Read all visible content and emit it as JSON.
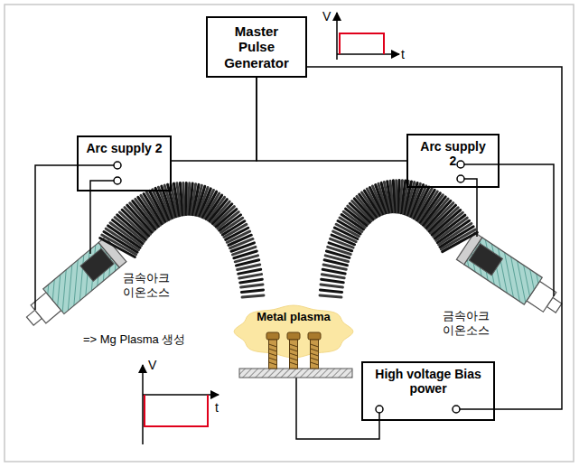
{
  "diagram": {
    "nodes": [
      {
        "text": [
          "Master Pulse Generator"
        ]
      },
      {
        "text": [
          "Arc supply 2"
        ]
      },
      {
        "text": [
          "Arc supply 2"
        ]
      },
      {
        "text": [
          "Metal plasma"
        ]
      },
      {
        "text": [
          "High voltage Bias power"
        ]
      }
    ],
    "edges": [
      {
        "from": 0,
        "to": 1,
        "arrow": "none"
      },
      {
        "from": 0,
        "to": 2,
        "arrow": "none"
      },
      {
        "from": 0,
        "to": 4,
        "arrow": "none"
      }
    ],
    "labels": [
      "V",
      "t",
      "금속아크 이온소스",
      "=> Mg Plasma 생성",
      "금속아크 이온소스",
      "V",
      "t"
    ]
  }
}
